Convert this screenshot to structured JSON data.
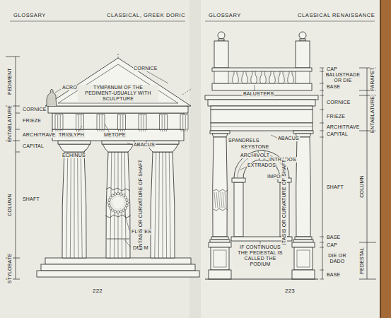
{
  "diagram": {
    "labels": [
      "GLOSSARY",
      "CLASSICAL, GREEK DORIC",
      "PEDIMENT",
      "ENTABLATURE",
      "CORNICE",
      "FRIEZE",
      "ARCHITRAVE",
      "CAPITAL",
      "COLUMN",
      "SHAFT",
      "STYLOBATE",
      "ACROTERION",
      "CORNICE",
      "TYMPANUM OF THE PEDIMENT-USUALLY WITH SCULPTURE",
      "TRIGLYPH",
      "METOPE",
      "ABACUS",
      "ECHINUS",
      "FLUTES",
      "DRUM",
      "ENTASIS OR CURVATURE OF SHAFT",
      "222",
      "GLOSSARY",
      "CLASSICAL RENAISSANCE",
      "CAP",
      "BALUSTRADE OR DIE",
      "BASE",
      "CORNICE",
      "FRIEZE",
      "ARCHITRAVE",
      "CAPITAL",
      "SHAFT",
      "BASE",
      "CAP",
      "DIE OR DADO",
      "BASE",
      "PARAPET",
      "ENTABLATURE",
      "COLUMN",
      "PEDESTAL",
      "BALUSTERS",
      "SPANDRELS",
      "ABACUS",
      "KEYSTONE",
      "ARCHIVOLT",
      "INTRADOS",
      "EXTRADOS",
      "IMPOST",
      "ENTASIS OR CURVATURE OF SHAFT",
      "IF CONTINUOUS THE PEDESTAL IS CALLED THE PODIUM",
      "223"
    ]
  }
}
